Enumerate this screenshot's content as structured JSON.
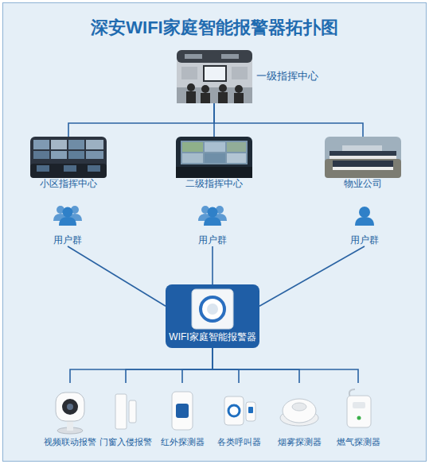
{
  "diagram": {
    "title": "深安WIFI家庭智能报警器拓扑图",
    "nodes": [
      {
        "text": [
          "一级指挥中心"
        ]
      },
      {
        "text": [
          "小区指挥中心"
        ]
      },
      {
        "text": [
          "二级指挥中心"
        ]
      },
      {
        "text": [
          "物业公司"
        ]
      },
      {
        "text": [
          "用户群"
        ]
      },
      {
        "text": [
          "用户群"
        ]
      },
      {
        "text": [
          "用户群"
        ]
      },
      {
        "text": [
          "WIFI家庭智能报警器"
        ]
      },
      {
        "text": [
          "视频联动报警"
        ]
      },
      {
        "text": [
          "门窗入侵报警"
        ]
      },
      {
        "text": [
          "红外探测器"
        ]
      },
      {
        "text": [
          "各类呼叫器"
        ]
      },
      {
        "text": [
          "烟雾探测器"
        ]
      },
      {
        "text": [
          "燃气探测器"
        ]
      }
    ],
    "edges": [
      {
        "from": 0,
        "to": 1,
        "arrow": "none"
      },
      {
        "from": 0,
        "to": 2,
        "arrow": "none"
      },
      {
        "from": 0,
        "to": 3,
        "arrow": "none"
      },
      {
        "from": 4,
        "to": 7,
        "arrow": "none"
      },
      {
        "from": 5,
        "to": 7,
        "arrow": "none"
      },
      {
        "from": 6,
        "to": 7,
        "arrow": "none"
      },
      {
        "from": 7,
        "to": 8,
        "arrow": "none"
      },
      {
        "from": 7,
        "to": 9,
        "arrow": "none"
      },
      {
        "from": 7,
        "to": 10,
        "arrow": "none"
      },
      {
        "from": 7,
        "to": 11,
        "arrow": "none"
      },
      {
        "from": 7,
        "to": 12,
        "arrow": "none"
      },
      {
        "from": 7,
        "to": 13,
        "arrow": "none"
      }
    ]
  }
}
